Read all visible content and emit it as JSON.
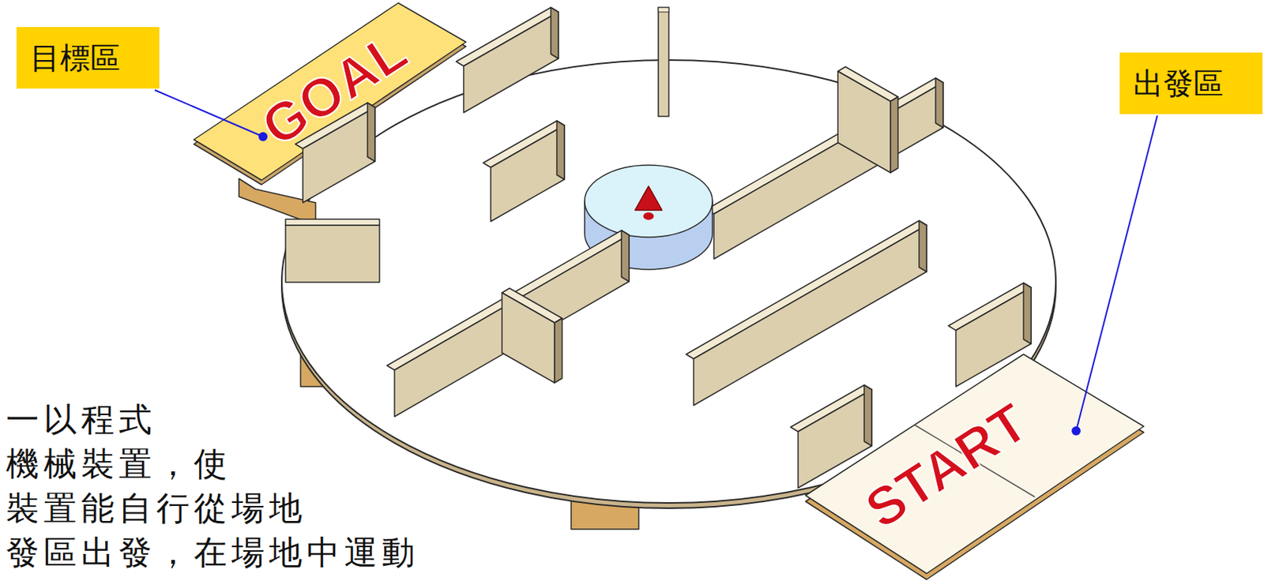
{
  "diagram": {
    "nodes": [
      {
        "text": [
          "目標區"
        ]
      },
      {
        "text": [
          "出發區"
        ]
      }
    ],
    "labels": [
      "GOAL",
      "START",
      "一以程式",
      "機械裝置，使",
      "裝置能自行從場地",
      "發區出發，在場地中運動"
    ]
  }
}
